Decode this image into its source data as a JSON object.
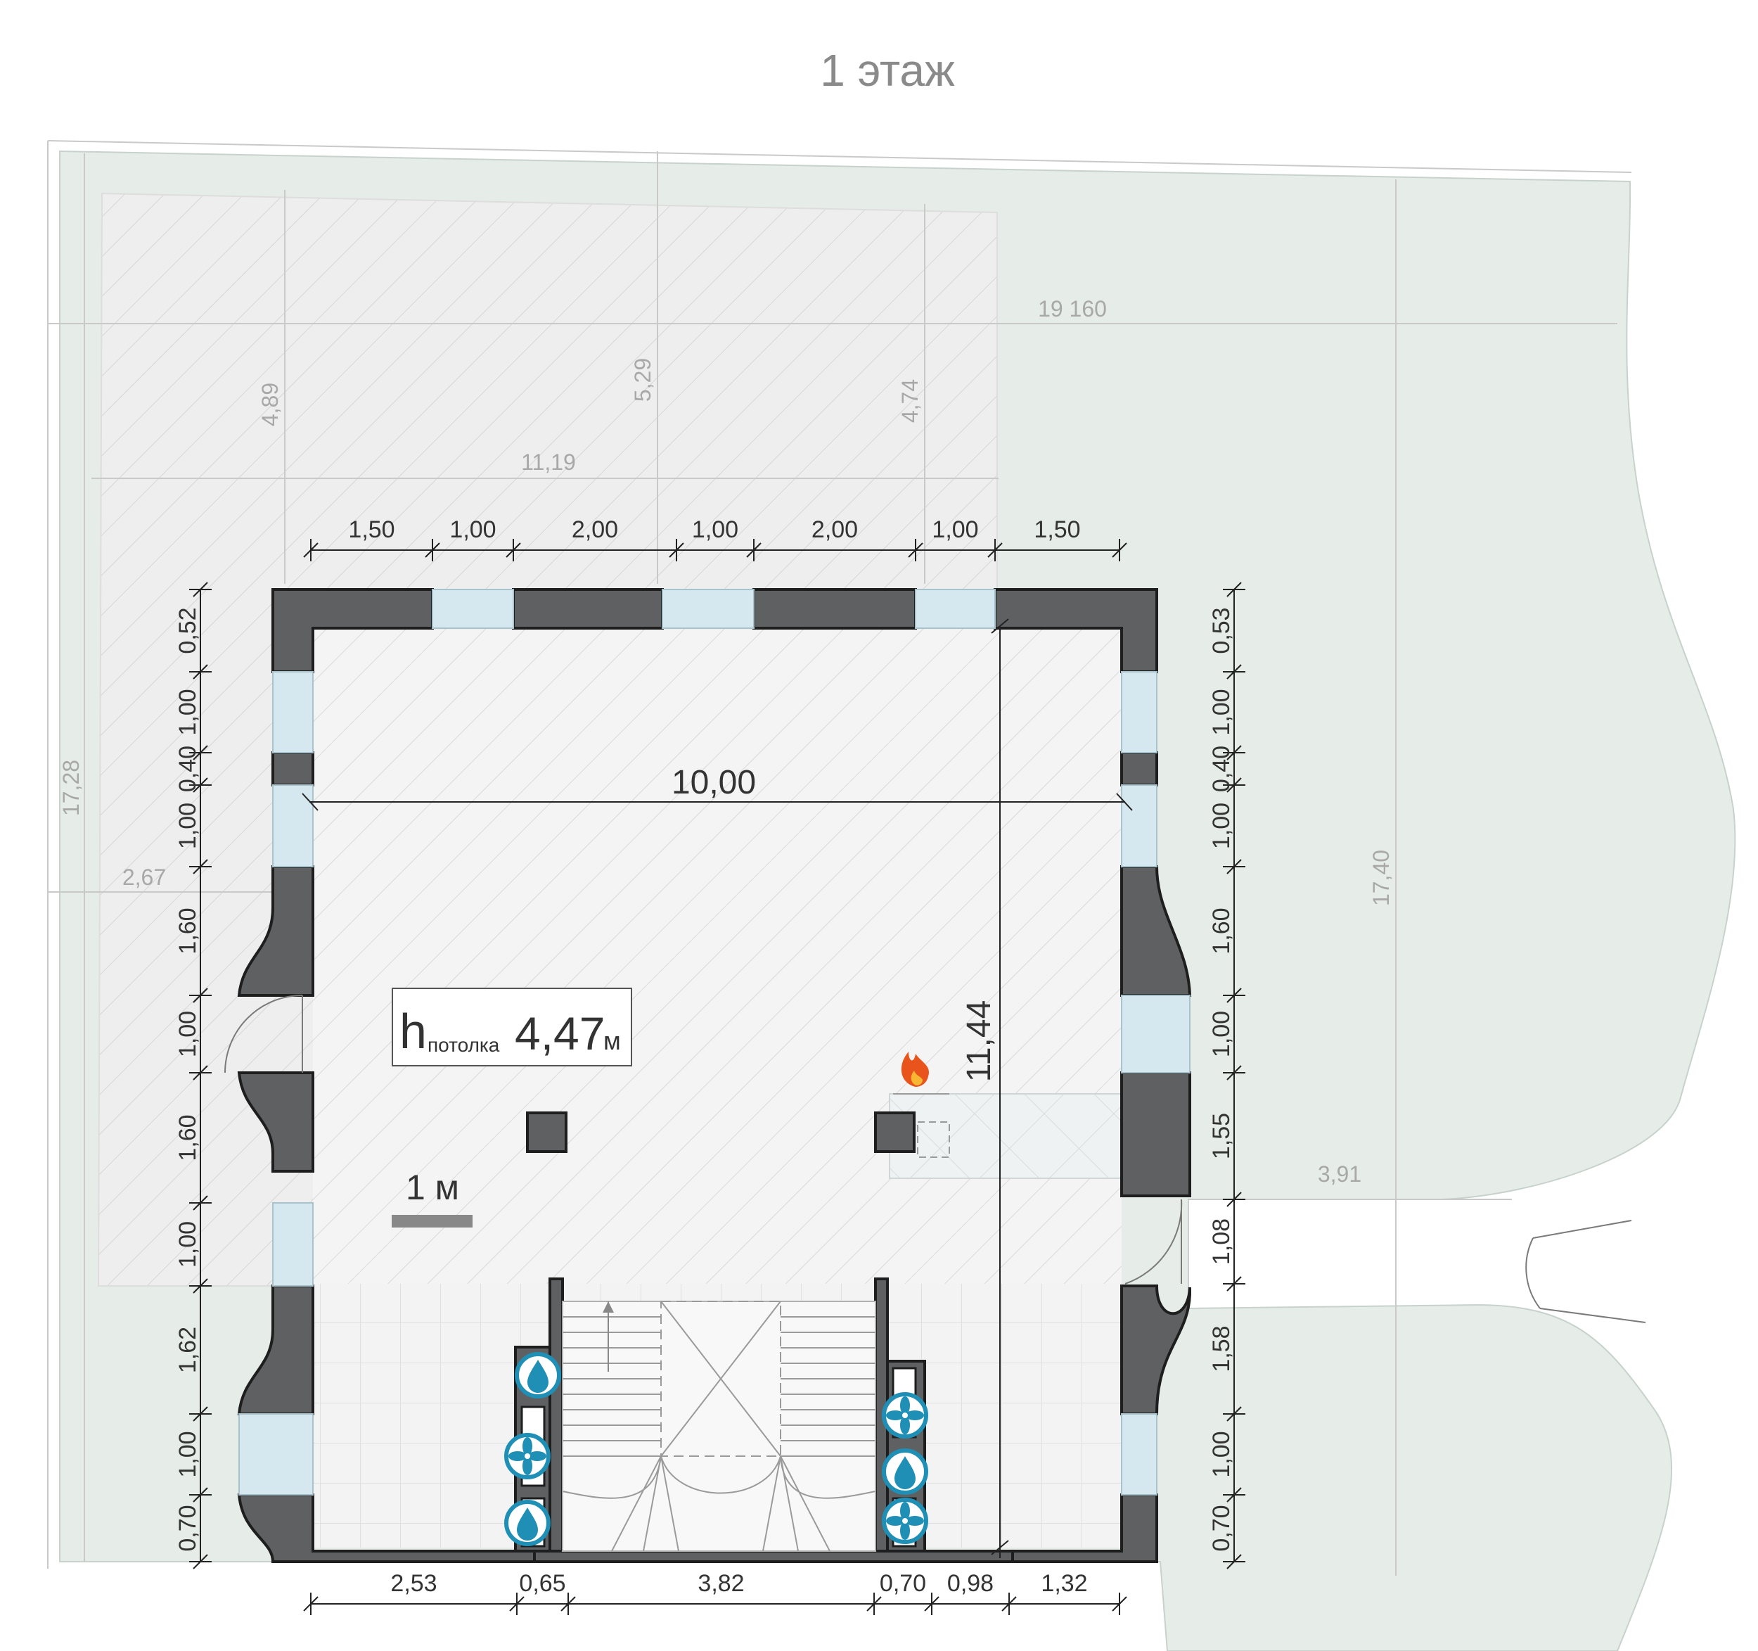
{
  "title": "1 этаж",
  "ceiling": {
    "prefix": "h",
    "subscript": "потолка",
    "value": "4,47",
    "unit": "м"
  },
  "scale_label": "1 м",
  "site": {
    "total_width": "19 160",
    "left_depth": "17,28",
    "right_depth": "17,40",
    "terrace_width": "11,19",
    "col_a": "4,89",
    "col_b": "5,29",
    "col_c": "4,74",
    "left_offset": "2,67",
    "right_passage": "3,91"
  },
  "dims": {
    "top": [
      "1,50",
      "1,00",
      "2,00",
      "1,00",
      "2,00",
      "1,00",
      "1,50"
    ],
    "bottom": [
      "2,53",
      "0,65",
      "3,82",
      "0,70",
      "0,98",
      "1,32"
    ],
    "left": [
      "0,52",
      "1,00",
      "0,40",
      "1,00",
      "1,60",
      "1,00",
      "1,60",
      "1,00",
      "1,62",
      "1,00",
      "0,70"
    ],
    "right": [
      "0,53",
      "1,00",
      "0,40",
      "1,00",
      "1,60",
      "1,00",
      "1,55",
      "1,08",
      "1,58",
      "1,00",
      "0,70"
    ],
    "inner_width": "10,00",
    "inner_depth": "11,44"
  },
  "icons": {
    "water": "water-drop-icon",
    "vent": "fan-icon",
    "fire": "fire-icon"
  },
  "colors": {
    "wall": "#5f6062",
    "window": "#d5e8ef",
    "lawn": "#e6ede8",
    "terrace": "#f1f1f1",
    "accent": "#1f8fb5"
  }
}
